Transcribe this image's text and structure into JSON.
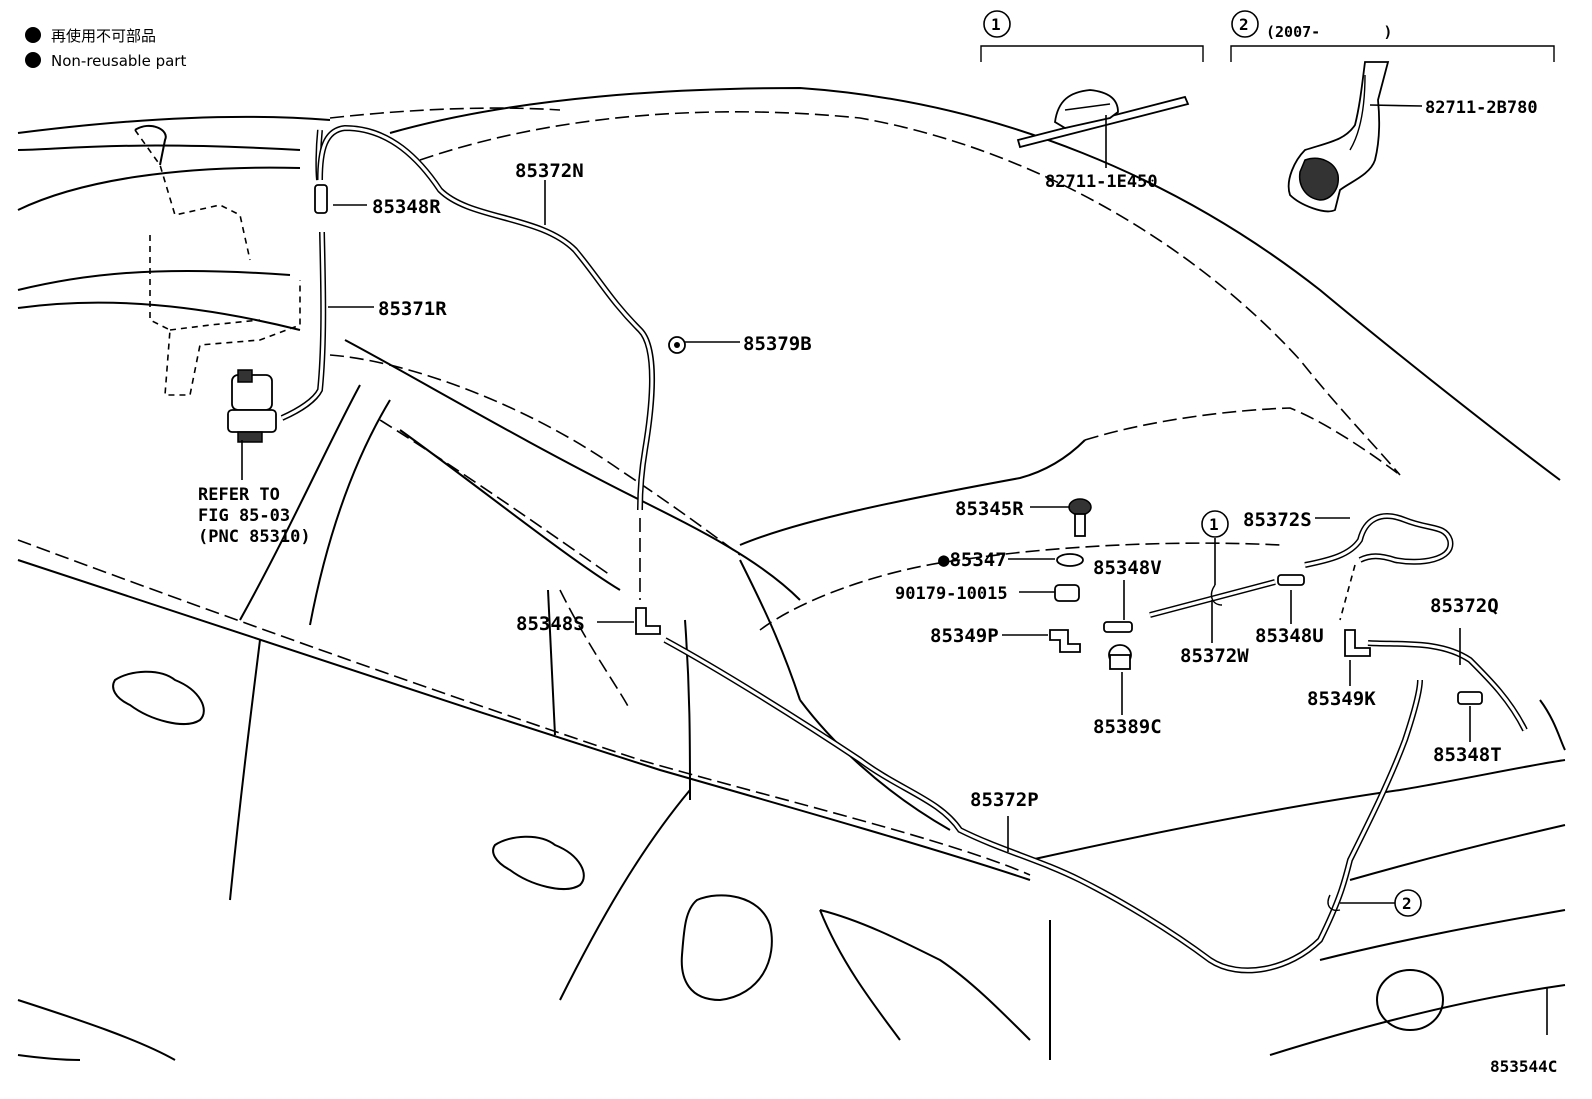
{
  "legend": {
    "items": [
      {
        "text_ja": "再使用不可部品"
      },
      {
        "text_en": "Non-reusable part"
      }
    ]
  },
  "variants": [
    {
      "marker": "1",
      "range": ""
    },
    {
      "marker": "2",
      "range": "(2007-       )"
    }
  ],
  "parts": {
    "p82711_1E450": "82711-1E450",
    "p82711_2B780": "82711-2B780",
    "p85372N": "85372N",
    "p85348R": "85348R",
    "p85371R": "85371R",
    "p85379B": "85379B",
    "p85345R": "85345R",
    "p85347": "●85347",
    "p90179": "90179-10015",
    "p85349P": "85349P",
    "p85348V": "85348V",
    "p85389C": "85389C",
    "p85372S": "85372S",
    "p85372W": "85372W",
    "p85348U": "85348U",
    "p85349K": "85349K",
    "p85372Q": "85372Q",
    "p85348T": "85348T",
    "p85348S": "85348S",
    "p85372P": "85372P"
  },
  "reference": {
    "line1": "REFER TO",
    "line2": "FIG 85-03",
    "line3": "(PNC 85310)"
  },
  "callouts": {
    "c1": "1",
    "c2": "2"
  },
  "figure_id": "853544C"
}
